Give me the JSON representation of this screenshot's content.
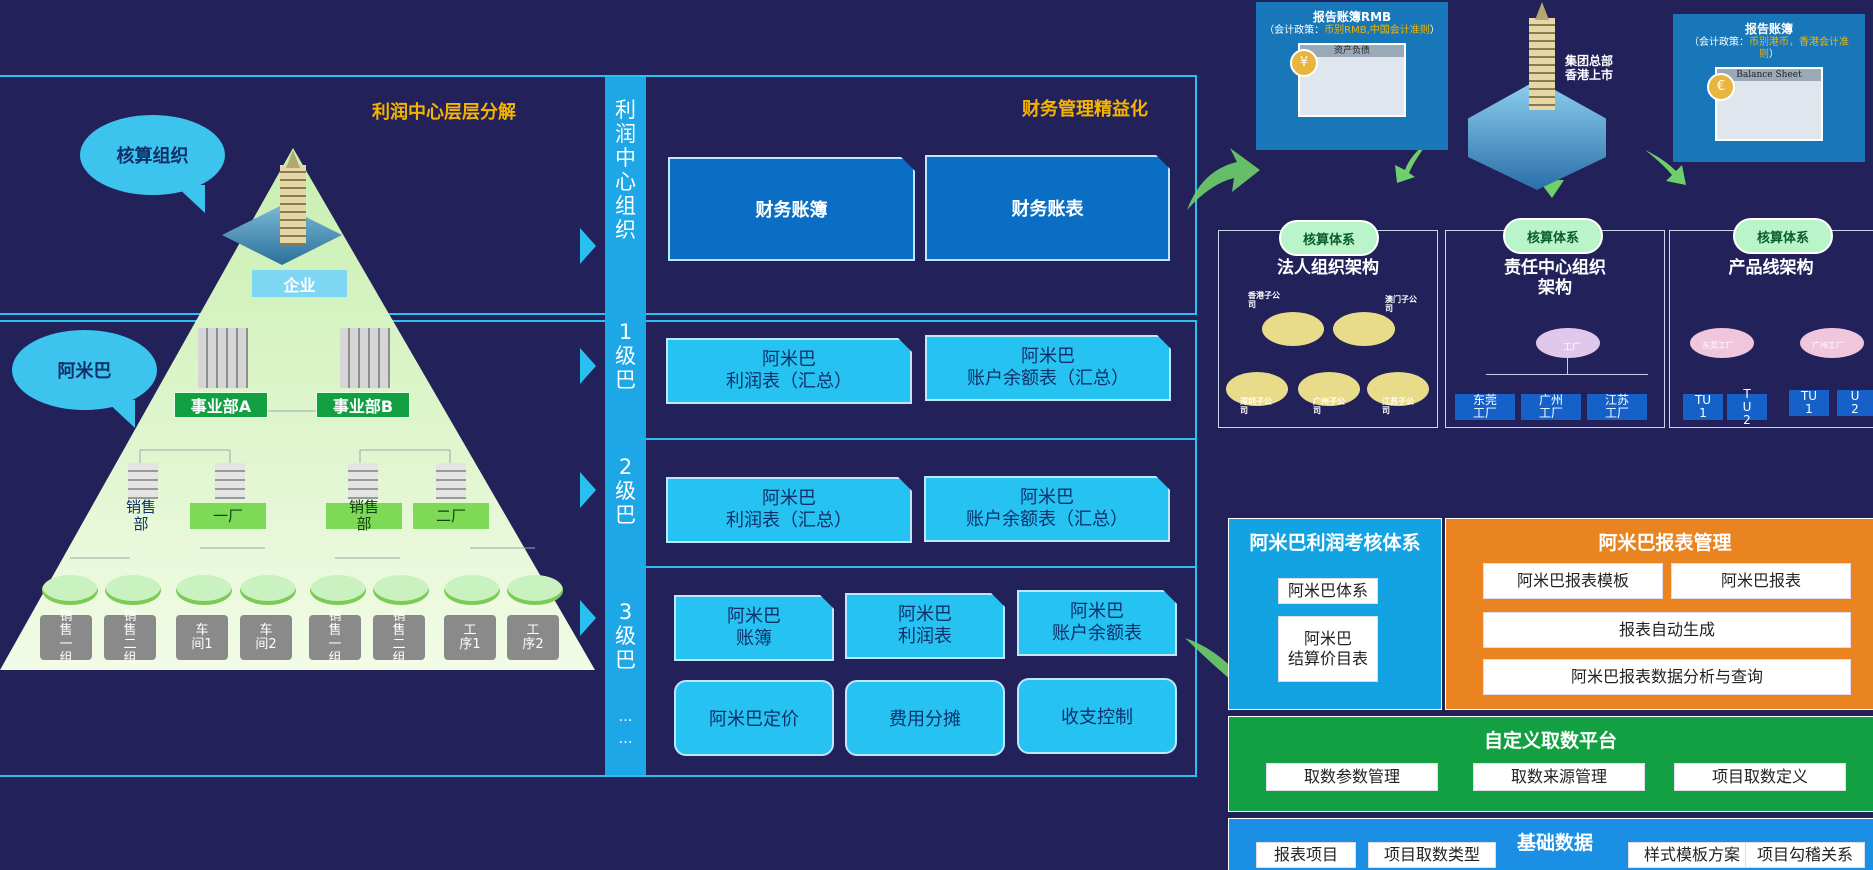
{
  "left": {
    "header": "利润中心层层分解",
    "bubble1": "核算组织",
    "bubble2": "阿米巴",
    "enterprise": "企业",
    "divA": "事业部A",
    "divB": "事业部B",
    "units": [
      "销售\n部",
      "一厂",
      "销售\n部",
      "二厂"
    ],
    "leaves": [
      "销\n售\n一\n组",
      "销\n售\n二\n组",
      "车\n间1",
      "车\n间2",
      "销\n售\n一\n组",
      "销\n售\n二\n组",
      "工\n序1",
      "工\n序2"
    ]
  },
  "vcol": {
    "top": "利\n润\n中\n心\n组\n织",
    "l1": "1\n级\n巴",
    "l2": "2\n级\n巴",
    "l3": "3\n级\n巴",
    "more": "…\n…"
  },
  "mid": {
    "header": "财务管理精益化",
    "top_boxes": [
      "财务账簿",
      "财务账表"
    ],
    "l1_boxes": [
      "阿米巴\n利润表（汇总）",
      "阿米巴\n账户余额表（汇总）"
    ],
    "l2_boxes": [
      "阿米巴\n利润表（汇总）",
      "阿米巴\n账户余额表（汇总）"
    ],
    "l3_boxes": [
      "阿米巴\n账簿",
      "阿米巴\n利润表",
      "阿米巴\n账户余额表"
    ],
    "l3_round": [
      "阿米巴定价",
      "费用分摊",
      "收支控制"
    ]
  },
  "right_top": {
    "book1_title": "报告账簿RMB",
    "book1_policy_prefix": "（会计政策：",
    "book1_policy": "币别RMB,中国会计准则",
    "book1_policy_suffix": "）",
    "book1_sheet": "资产负债",
    "book2_title": "报告账簿",
    "book2_policy_prefix": "（会计政策：",
    "book2_policy": "币别港币，香港会计准则",
    "book2_policy_suffix": "）",
    "book2_sheet": "Balance Sheet",
    "hq": "集团总部\n香港上市"
  },
  "orgs": [
    {
      "pill": "核算体系",
      "title": "法人组织架构",
      "subs": [
        "香港子公\n司",
        "澳门子公\n司",
        "深圳子公\n司",
        "广州子公\n司",
        "江苏子公\n司"
      ]
    },
    {
      "pill": "核算体系",
      "title": "责任中心组织\n架构",
      "subs": [
        "工厂"
      ],
      "factories": [
        "东莞\n工厂",
        "广州\n工厂",
        "江苏\n工厂"
      ]
    },
    {
      "pill": "核算体系",
      "title": "产品线架构",
      "subs": [
        "东莞工厂",
        "广州工厂"
      ],
      "tus": [
        "TU\n1",
        "T\nU\n2",
        "TU\n1",
        "U\n2"
      ]
    }
  ],
  "bottom": {
    "amb_title": "阿米巴利润考核体系",
    "amb_items": [
      "阿米巴体系",
      "阿米巴\n结算价目表"
    ],
    "report_title": "阿米巴报表管理",
    "report_items": [
      "阿米巴报表模板",
      "阿米巴报表",
      "报表自动生成",
      "阿米巴报表数据分析与查询"
    ],
    "custom_title": "自定义取数平台",
    "custom_items": [
      "取数参数管理",
      "取数来源管理",
      "项目取数定义"
    ],
    "base_title": "基础数据",
    "base_items": [
      "报表项目",
      "项目取数类型",
      "样式模板方案",
      "项目勾稽关系"
    ]
  },
  "colors": {
    "bg": "#22215a",
    "frame": "#29c0f0",
    "accent": "#f4b400",
    "green": "#13a043",
    "orange": "#ea8420"
  }
}
